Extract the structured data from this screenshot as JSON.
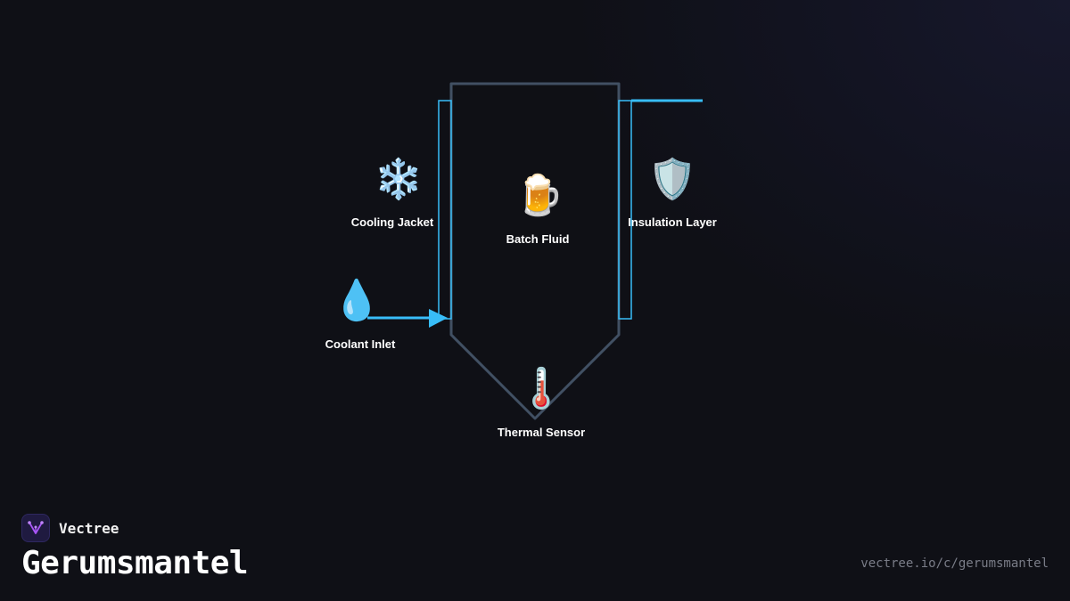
{
  "brand": {
    "name": "Vectree",
    "logo_icon": "vectree-logo-icon"
  },
  "page": {
    "title": "Gerumsmantel",
    "url": "vectree.io/c/gerumsmantel"
  },
  "colors": {
    "vessel_stroke": "#415063",
    "jacket_stroke": "#38bdf8",
    "flow_line": "#38bdf8",
    "label_text": "#ffffff",
    "url_text": "#7a7d88"
  },
  "nodes": {
    "cooling_jacket": {
      "label": "Cooling Jacket",
      "icon": "❄️",
      "icon_name": "snowflake-icon"
    },
    "batch_fluid": {
      "label": "Batch Fluid",
      "icon": "🍺",
      "icon_name": "beer-mug-icon"
    },
    "insulation_layer": {
      "label": "Insulation Layer",
      "icon": "🛡️",
      "icon_name": "shield-icon"
    },
    "coolant_inlet": {
      "label": "Coolant Inlet",
      "icon": "💧",
      "icon_name": "droplet-icon"
    },
    "thermal_sensor": {
      "label": "Thermal Sensor",
      "icon": "🌡️",
      "icon_name": "thermometer-icon"
    }
  }
}
